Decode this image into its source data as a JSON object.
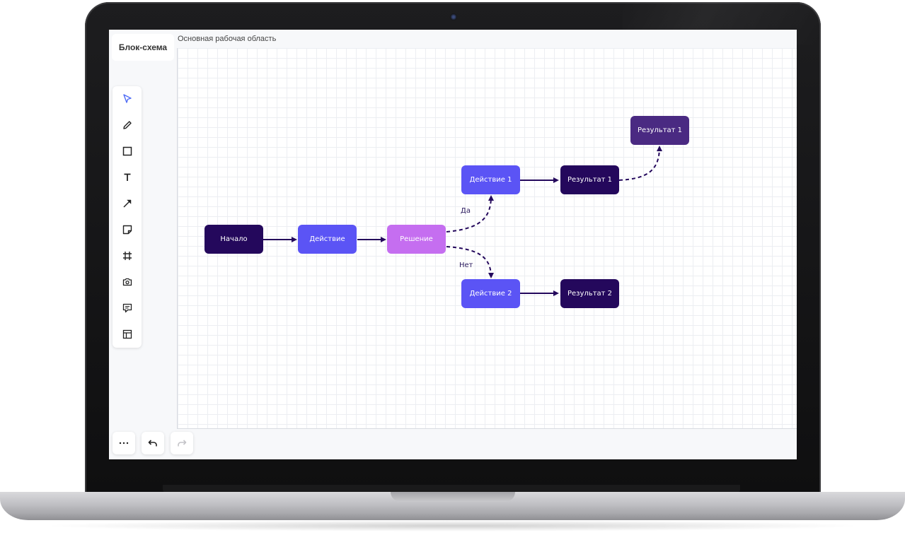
{
  "app": {
    "brand": "Блок-схема",
    "breadcrumb": "Основная рабочая область"
  },
  "toolbar": {
    "tools": [
      {
        "name": "select-tool",
        "icon": "cursor-arrow-icon"
      },
      {
        "name": "pen-tool",
        "icon": "pencil-icon"
      },
      {
        "name": "rectangle-tool",
        "icon": "square-icon"
      },
      {
        "name": "text-tool",
        "icon": "text-t-icon"
      },
      {
        "name": "arrow-tool",
        "icon": "arrow-icon"
      },
      {
        "name": "sticky-note-tool",
        "icon": "sticky-note-icon"
      },
      {
        "name": "frame-tool",
        "icon": "hash-frame-icon"
      },
      {
        "name": "screenshot-tool",
        "icon": "camera-icon"
      },
      {
        "name": "comment-tool",
        "icon": "comment-icon"
      },
      {
        "name": "template-tool",
        "icon": "layout-icon"
      }
    ],
    "active_color": "#4f6cf5"
  },
  "bottom_bar": {
    "more_icon": "more-dots-icon",
    "undo_icon": "undo-icon",
    "redo_icon": "redo-icon"
  },
  "flowchart": {
    "nodes": {
      "start": {
        "label": "Начало",
        "color": "#24085c"
      },
      "action": {
        "label": "Действие",
        "color": "#5b54f5"
      },
      "decision": {
        "label": "Решение",
        "color": "#c56ef0"
      },
      "action1": {
        "label": "Действие 1",
        "color": "#5b54f5"
      },
      "result1": {
        "label": "Результат 1",
        "color": "#24085c"
      },
      "result1b": {
        "label": "Результат 1",
        "color": "#4a2a82"
      },
      "action2": {
        "label": "Действие 2",
        "color": "#5b54f5"
      },
      "result2": {
        "label": "Результат 2",
        "color": "#24085c"
      }
    },
    "edge_labels": {
      "yes": "Да",
      "no": "Нет"
    },
    "edge_color": "#24085c"
  }
}
